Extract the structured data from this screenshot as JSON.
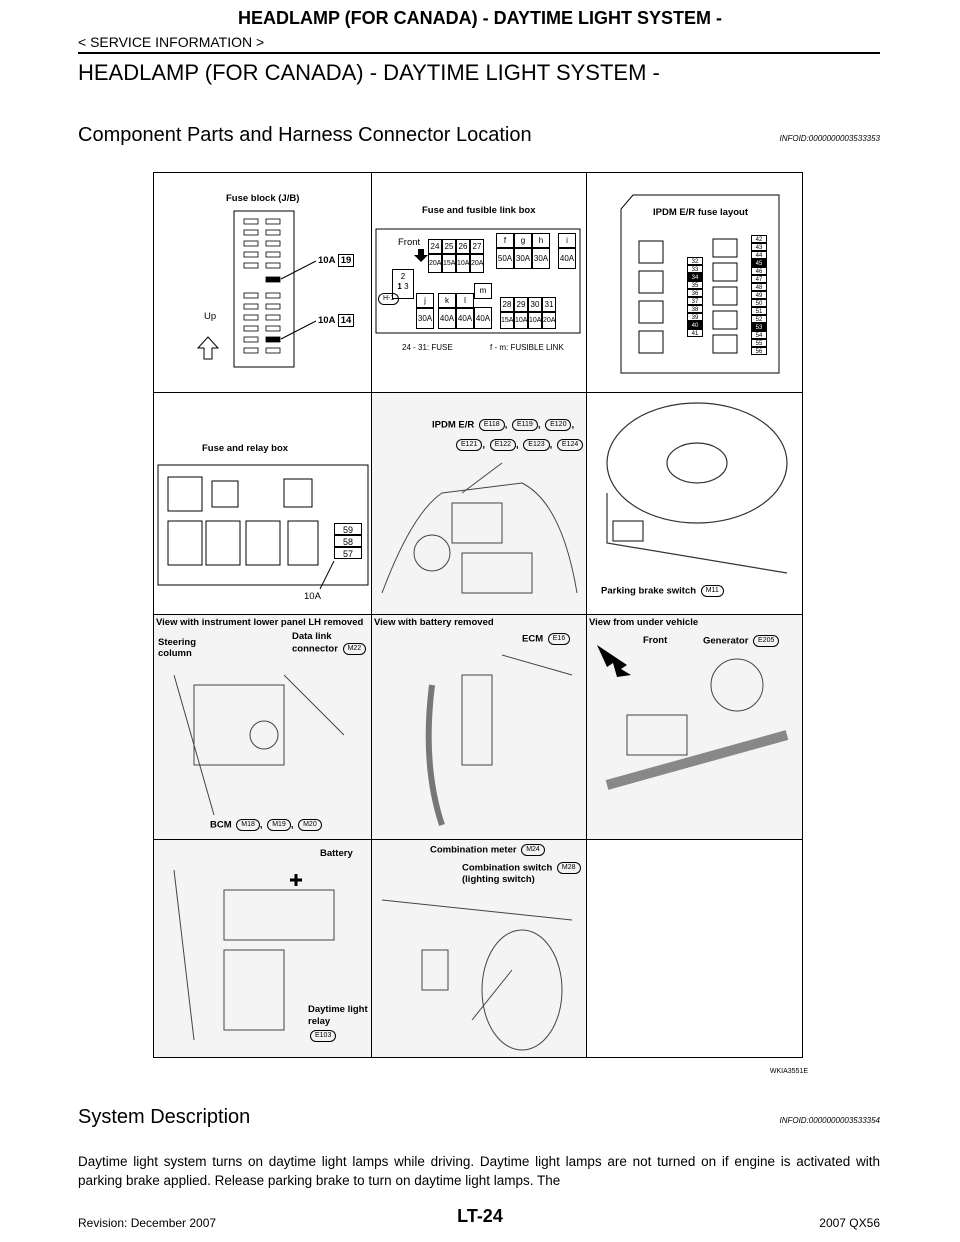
{
  "header": {
    "title": "HEADLAMP (FOR CANADA) - DAYTIME LIGHT SYSTEM -",
    "breadcrumb": "< SERVICE INFORMATION >"
  },
  "section_title": "HEADLAMP (FOR CANADA) - DAYTIME LIGHT SYSTEM -",
  "component": {
    "title": "Component Parts and Harness Connector Location",
    "infoid": "INFOID:0000000003533353"
  },
  "figure": {
    "fuse_block": {
      "title": "Fuse block (J/B)",
      "up": "Up",
      "fuse1": "10A",
      "fuse1_no": "19",
      "fuse2": "10A",
      "fuse2_no": "14"
    },
    "fusible": {
      "title": "Fuse and fusible link box",
      "front": "Front",
      "top_nums": [
        "24",
        "25",
        "26",
        "27"
      ],
      "top_amps": [
        "20A",
        "15A",
        "10A",
        "20A"
      ],
      "fgh_letters": [
        "f",
        "g",
        "h"
      ],
      "fgh_amps": [
        "50A",
        "30A",
        "30A"
      ],
      "i_letter": "i",
      "i_amp": "40A",
      "jkl_letters": [
        "j",
        "k",
        "l",
        "m"
      ],
      "jkl_amps": [
        "30A",
        "40A",
        "40A",
        "40A"
      ],
      "bot_nums": [
        "28",
        "29",
        "30",
        "31"
      ],
      "bot_amps": [
        "15A",
        "10A",
        "10A",
        "20A"
      ],
      "side": [
        "2",
        "1",
        "3"
      ],
      "conn": "H-1",
      "note1": "24 - 31: FUSE",
      "note2": "f - m: FUSIBLE LINK"
    },
    "ipdm_layout": {
      "title": "IPDM E/R fuse layout",
      "col1": [
        "32",
        "33",
        "34",
        "35",
        "36",
        "37",
        "38",
        "39",
        "40",
        "41"
      ],
      "col2": [
        "42",
        "43",
        "44",
        "45",
        "46",
        "47",
        "48",
        "49",
        "50",
        "51",
        "52",
        "53",
        "54",
        "55",
        "56"
      ]
    },
    "relay_box": {
      "title": "Fuse and relay box",
      "nums": [
        "59",
        "58",
        "57"
      ],
      "amp": "10A"
    },
    "ipdm": {
      "label": "IPDM E/R",
      "conns": [
        "E118",
        "E119",
        "E120",
        "E121",
        "E122",
        "E123",
        "E124"
      ]
    },
    "parking": {
      "label": "Parking brake switch",
      "conn": "M11"
    },
    "instrument": {
      "title": "View with instrument lower panel LH removed",
      "steering": "Steering",
      "column": "column",
      "datalink": "Data link",
      "connector": "connector",
      "datalink_conn": "M22",
      "bcm": "BCM",
      "bcm_conns": [
        "M18",
        "M19",
        "M20"
      ]
    },
    "battery_removed": {
      "title": "View with battery removed",
      "ecm": "ECM",
      "ecm_conn": "E16"
    },
    "under": {
      "title": "View from under vehicle",
      "front": "Front",
      "generator": "Generator",
      "gen_conn": "E205"
    },
    "battery": {
      "label": "Battery",
      "relay1": "Daytime light",
      "relay2": "relay",
      "relay_conn": "E103"
    },
    "meter": {
      "label": "Combination meter",
      "conn": "M24",
      "switch": "Combination switch",
      "switch_conn": "M28",
      "sub": "(lighting switch)"
    },
    "code": "WKIA3551E"
  },
  "system": {
    "title": "System Description",
    "infoid": "INFOID:0000000003533354",
    "text": "Daytime light system turns on daytime light lamps while driving. Daytime light lamps are not turned on if engine is activated with parking brake applied. Release parking brake to turn on daytime light lamps. The"
  },
  "footer": {
    "page": "LT-24",
    "revision": "Revision: December 2007",
    "model": "2007 QX56"
  }
}
